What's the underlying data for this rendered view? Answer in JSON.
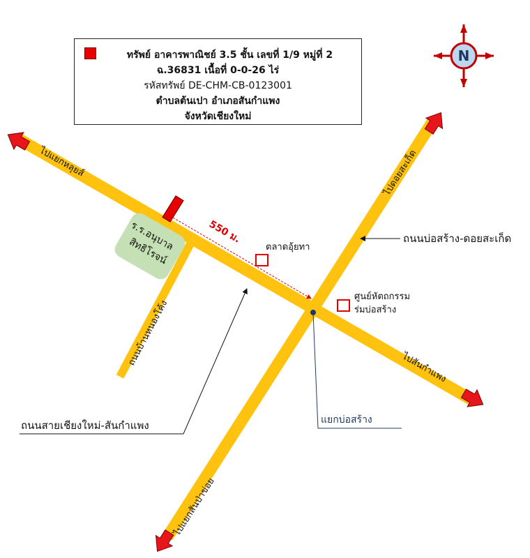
{
  "info": {
    "line1": "ทรัพย์ อาคารพาณิชย์ 3.5 ชั้น เลขที่ 1/9 หมู่ที่ 2",
    "line2": "ฉ.36831 เนื้อที่ 0-0-26 ไร่",
    "line3": "รหัสทรัพย์ DE-CHM-CB-0123001",
    "line4": "ตำบลต้นเปา อำเภอสันกำแพง",
    "line5": "จังหวัดเชียงใหม่"
  },
  "compass": {
    "letter": "N"
  },
  "roads": {
    "to_lamphun": "ไปแยกหลุยส์",
    "to_doi_saket": "ไปดอยสะเก็ด",
    "to_san_kamphaeng": "ไปสันกำแพง",
    "to_san_pa_khoi": "ไปแยกสันป่าข่อย",
    "ban_nong_khong": "ถนนบ้านหนองโค้ง"
  },
  "callouts": {
    "bo_sang_doi_saket_road": "ถนนบ่อสร้าง-ดอยสะเก็ด",
    "chiang_mai_san_kamphaeng_road": "ถนนสายเชียงใหม่-สันกำแพง",
    "bo_sang_junction": "แยกบ่อสร้าง"
  },
  "distance": {
    "label": "550 ม."
  },
  "school": {
    "line1": "ร.ร.อนุบาล",
    "line2": "สิทธิโรจน์"
  },
  "landmarks": {
    "market": "ตลาดอุ้ยทา",
    "handicraft_line1": "ศูนย์หัตถกรรม",
    "handicraft_line2": "ร่มบ่อสร้าง"
  },
  "colors": {
    "road": "#ffc20e",
    "arrow": "#e8151b",
    "property": "#e60000",
    "school": "#c5e0b4",
    "junction_text": "#1f3864",
    "distance": "#e00000"
  }
}
